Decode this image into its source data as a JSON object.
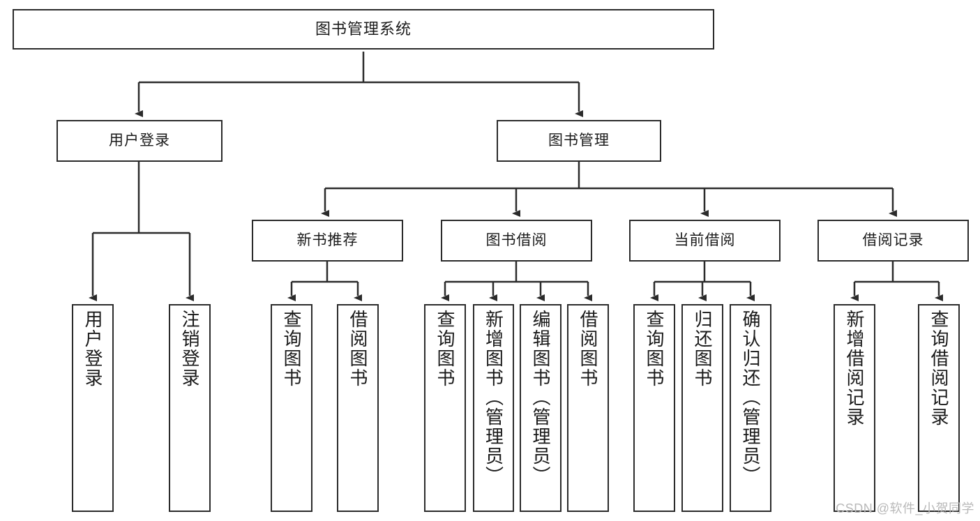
{
  "diagram": {
    "title": "图书管理系统",
    "watermark": "CSDN @软件_小贺同学",
    "colors": {
      "stroke": "#2b2b2b",
      "box_fill": "#ffffff",
      "text": "#1a1a1a",
      "background": "#ffffff",
      "watermark": "#b9b9b9"
    },
    "nodes": {
      "root": {
        "label": "图书管理系统"
      },
      "level2": [
        {
          "label": "用户登录"
        },
        {
          "label": "图书管理"
        }
      ],
      "level3": [
        {
          "label": "新书推荐"
        },
        {
          "label": "图书借阅"
        },
        {
          "label": "当前借阅"
        },
        {
          "label": "借阅记录"
        }
      ],
      "leaves": {
        "user_login": [
          {
            "label": "用户登录"
          },
          {
            "label": "注销登录"
          }
        ],
        "new_book_recommend": [
          {
            "label": "查询图书"
          },
          {
            "label": "借阅图书"
          }
        ],
        "book_borrow": [
          {
            "label": "查询图书"
          },
          {
            "label": "新增图书（管理员）"
          },
          {
            "label": "编辑图书（管理员）"
          },
          {
            "label": "借阅图书"
          }
        ],
        "current_borrow": [
          {
            "label": "查询图书"
          },
          {
            "label": "归还图书"
          },
          {
            "label": "确认归还（管理员）"
          }
        ],
        "borrow_record": [
          {
            "label": "新增借阅记录"
          },
          {
            "label": "查询借阅记录"
          }
        ]
      }
    }
  }
}
